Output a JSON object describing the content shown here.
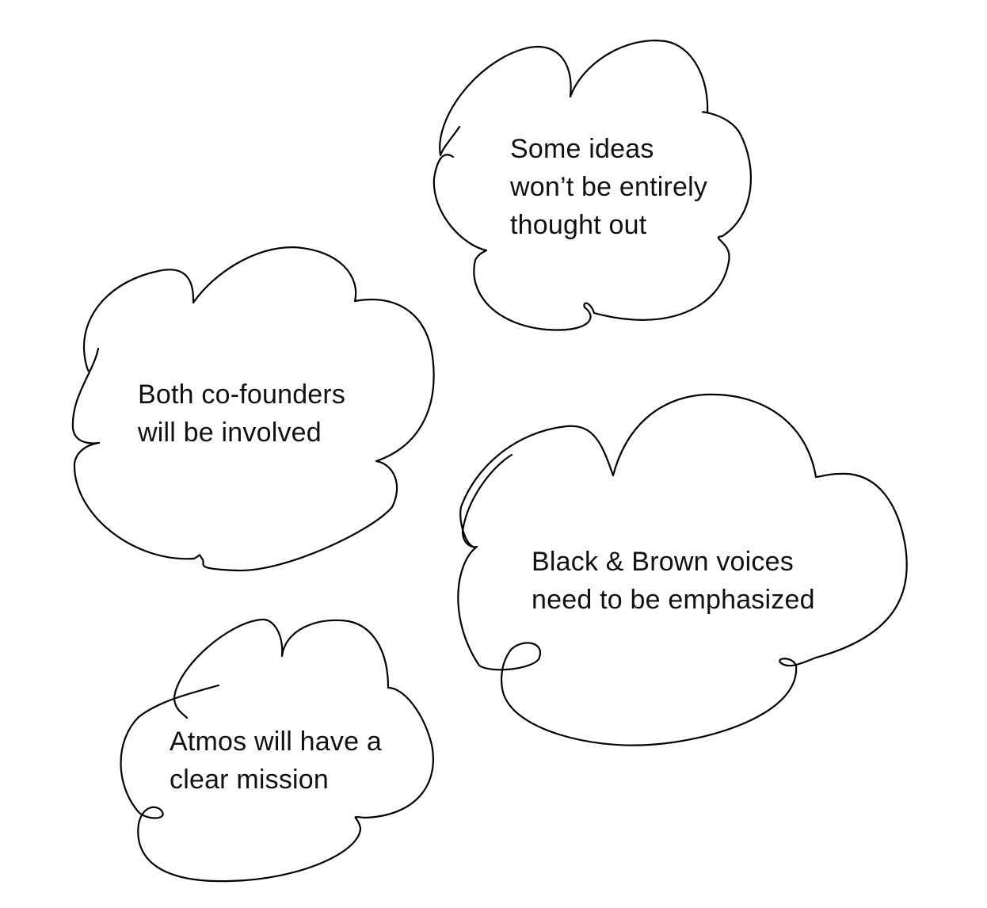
{
  "clouds": [
    {
      "lines": [
        "Some ideas",
        "won’t be entirely",
        "thought out"
      ]
    },
    {
      "lines": [
        "Both co-founders",
        "will be involved"
      ]
    },
    {
      "lines": [
        "Black & Brown voices",
        "need to be emphasized"
      ]
    },
    {
      "lines": [
        "Atmos will have a",
        "clear mission"
      ]
    }
  ],
  "colors": {
    "stroke": "#000000",
    "text": "#111111",
    "background": "#ffffff"
  }
}
